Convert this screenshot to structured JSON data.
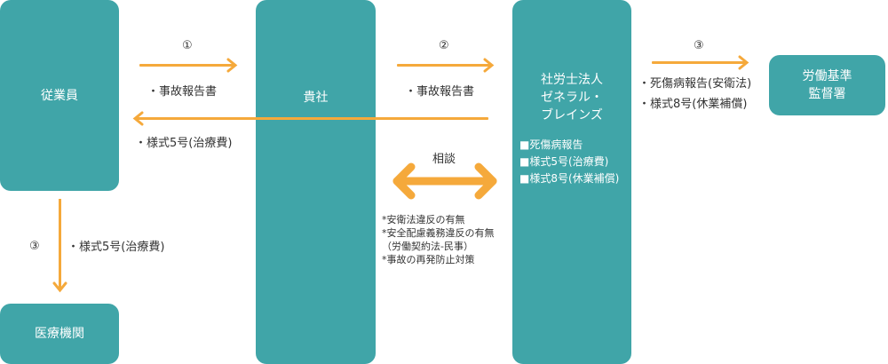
{
  "boxes": {
    "employee": "従業員",
    "company": "貴社",
    "office": "社労士法人\nゼネラル・\nブレインズ",
    "labor_office": "労働基準\n監督署",
    "medical": "医療機関"
  },
  "office_list": [
    "■死傷病報告",
    "■様式5号(治療費)",
    "■様式8号(休業補償)"
  ],
  "arrows": {
    "step1": {
      "number": "①",
      "label": "・事故報告書"
    },
    "step2": {
      "number": "②",
      "label": "・事故報告書"
    },
    "return": {
      "label": "・様式5号(治療費)"
    },
    "step3_labor": {
      "number": "③",
      "labels": [
        "・死傷病報告(安衛法)",
        "・様式8号(休業補償)"
      ]
    },
    "step3_medical": {
      "number": "③",
      "label": "・様式5号(治療費)"
    },
    "consult": {
      "label": "相談",
      "notes": [
        "*安衛法違反の有無",
        "*安全配慮義務違反の有無",
        "（労働契約法-民事）",
        "*事故の再発防止対策"
      ]
    }
  },
  "colors": {
    "box": "#40a5a8",
    "arrow": "#f5a93b"
  }
}
